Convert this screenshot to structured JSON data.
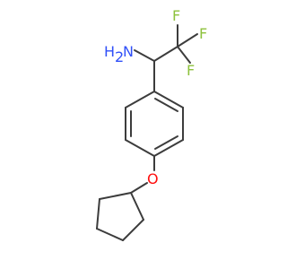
{
  "molecule": {
    "atoms": {
      "amine_n": "N",
      "amine_h": "H",
      "amine_h2": "2",
      "fluorine_1": "F",
      "fluorine_2": "F",
      "fluorine_3": "F",
      "ether_o": "O"
    },
    "colors": {
      "bond": "#3c3c3c",
      "nitrogen": "#3050f8",
      "fluorine": "#8dc13c",
      "oxygen": "#ff0d0d"
    }
  }
}
